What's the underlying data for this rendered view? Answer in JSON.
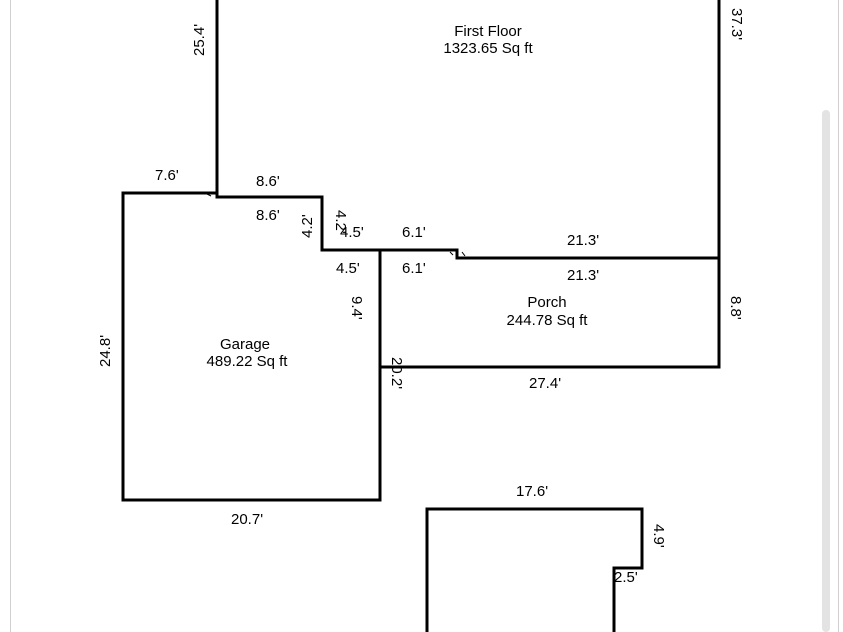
{
  "rooms": {
    "first_floor": {
      "name": "First Floor",
      "area": "1323.65 Sq ft"
    },
    "garage": {
      "name": "Garage",
      "area": "489.22 Sq ft"
    },
    "porch": {
      "name": "Porch",
      "area": "244.78 Sq ft"
    }
  },
  "dimensions": {
    "ff_left": "25.4'",
    "ff_right": "37.3'",
    "garage_top_outer": "7.6'",
    "step_top_outer": "8.6'",
    "step_top_inner": "8.6'",
    "step_side_inner": "4.2'",
    "step_side_outer": "4.2'",
    "notch_top": "4.5'",
    "notch_bottom": "4.5'",
    "mid_top": "6.1'",
    "mid_bottom": "6.1'",
    "ff_bottom_outer": "21.3'",
    "ff_bottom_inner": "21.3'",
    "porch_right": "8.8'",
    "garage_right_upper": "9.4'",
    "porch_left": "20.2'",
    "porch_bottom": "27.4'",
    "garage_left": "24.8'",
    "garage_bottom": "20.7'",
    "lower_top": "17.6'",
    "lower_right": "4.9'",
    "lower_step": "2.5'"
  }
}
